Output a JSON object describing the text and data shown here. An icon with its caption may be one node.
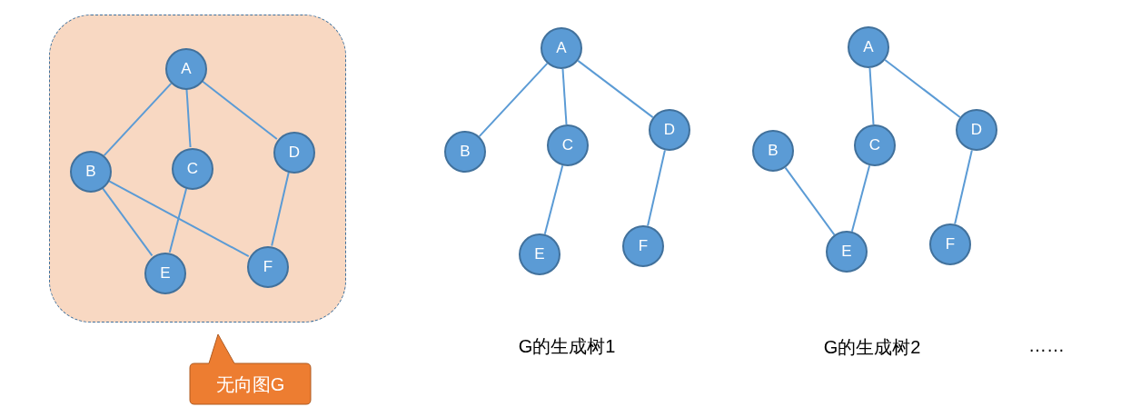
{
  "diagram": {
    "nodes": [
      {
        "text": [],
        "shape": "box"
      },
      {
        "text": [
          "A"
        ],
        "in": 0
      },
      {
        "text": [
          "B"
        ],
        "in": 0
      },
      {
        "text": [
          "C"
        ],
        "in": 0
      },
      {
        "text": [
          "D"
        ],
        "in": 0
      },
      {
        "text": [
          "E"
        ],
        "in": 0
      },
      {
        "text": [
          "F"
        ],
        "in": 0
      },
      {
        "text": [
          "无向图G"
        ]
      },
      {
        "text": [
          "A"
        ]
      },
      {
        "text": [
          "B"
        ]
      },
      {
        "text": [
          "C"
        ]
      },
      {
        "text": [
          "D"
        ]
      },
      {
        "text": [
          "E"
        ]
      },
      {
        "text": [
          "F"
        ]
      },
      {
        "text": [
          "A"
        ]
      },
      {
        "text": [
          "B"
        ]
      },
      {
        "text": [
          "C"
        ]
      },
      {
        "text": [
          "D"
        ]
      },
      {
        "text": [
          "E"
        ]
      },
      {
        "text": [
          "F"
        ]
      }
    ],
    "edges": [
      {
        "from": 1,
        "to": 2,
        "arrow": "none"
      },
      {
        "from": 1,
        "to": 3,
        "arrow": "none"
      },
      {
        "from": 1,
        "to": 4,
        "arrow": "none"
      },
      {
        "from": 2,
        "to": 5,
        "arrow": "none"
      },
      {
        "from": 2,
        "to": 6,
        "arrow": "none"
      },
      {
        "from": 3,
        "to": 5,
        "arrow": "none"
      },
      {
        "from": 4,
        "to": 6,
        "arrow": "none"
      },
      {
        "from": 8,
        "to": 9,
        "arrow": "none"
      },
      {
        "from": 8,
        "to": 10,
        "arrow": "none"
      },
      {
        "from": 8,
        "to": 11,
        "arrow": "none"
      },
      {
        "from": 10,
        "to": 12,
        "arrow": "none"
      },
      {
        "from": 11,
        "to": 13,
        "arrow": "none"
      },
      {
        "from": 14,
        "to": 16,
        "arrow": "none"
      },
      {
        "from": 14,
        "to": 17,
        "arrow": "none"
      },
      {
        "from": 15,
        "to": 18,
        "arrow": "none"
      },
      {
        "from": 16,
        "to": 18,
        "arrow": "none"
      },
      {
        "from": 17,
        "to": 19,
        "arrow": "none"
      }
    ],
    "labels": [
      "G的生成树1",
      "G的生成树2",
      "……"
    ]
  }
}
